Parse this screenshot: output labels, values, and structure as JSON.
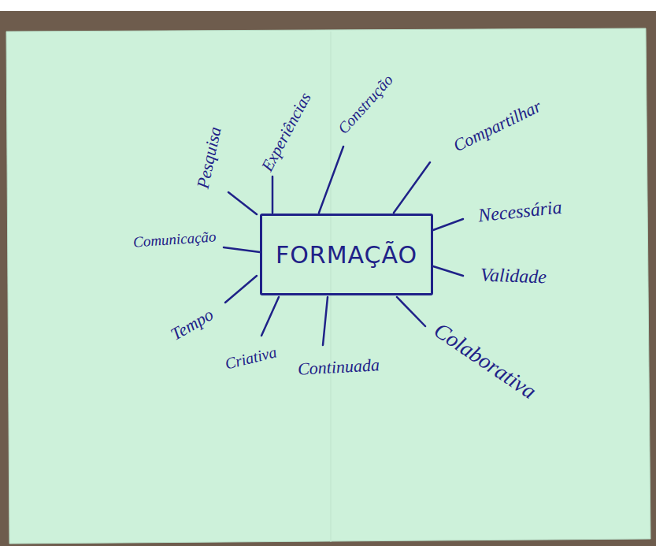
{
  "diagram": {
    "nodes": [
      {
        "text": [
          "FORMAÇÃO"
        ]
      }
    ],
    "labels": [
      "Pesquisa",
      "Experiências",
      "Construção",
      "Compartilhar",
      "Necessária",
      "Validade",
      "Colaborativa",
      "Continuada",
      "Criativa",
      "Tempo",
      "Comunicação"
    ]
  }
}
